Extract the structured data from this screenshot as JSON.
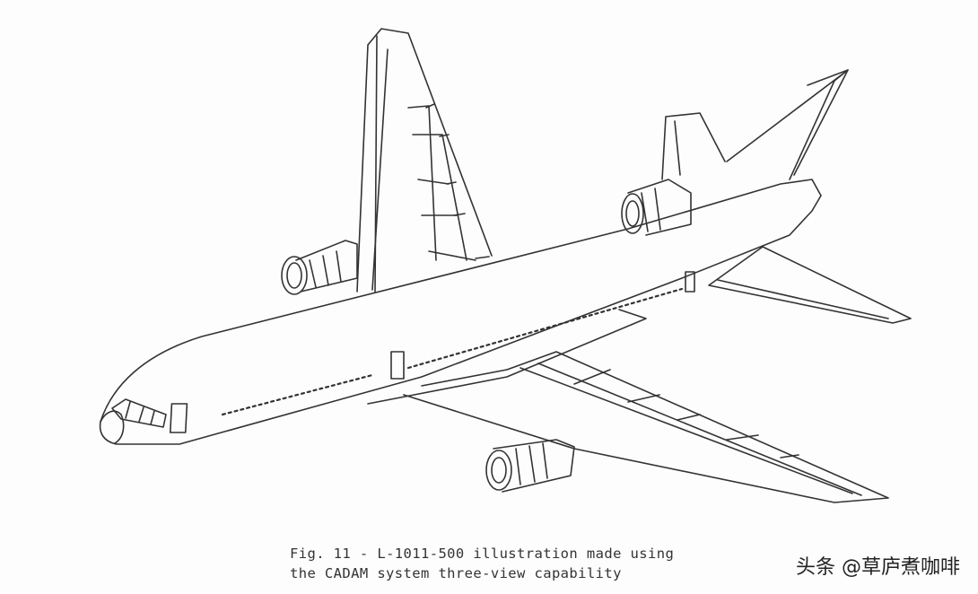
{
  "caption": {
    "line1": "Fig. 11 - L-1011-500 illustration made using",
    "line2": "the CADAM system three-view capability"
  },
  "watermark": {
    "text": "头条 @草庐煮咖啡"
  },
  "colors": {
    "ink": "#333333",
    "paper": "#fdfdfd"
  },
  "figure": {
    "icon": "airliner-line-drawing"
  }
}
